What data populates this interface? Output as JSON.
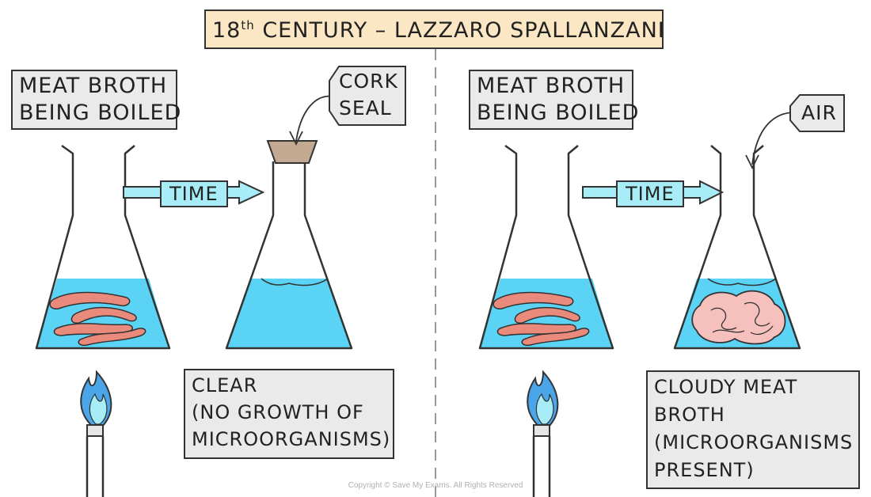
{
  "title": {
    "prefix": "18",
    "superscript": "th",
    "rest": " CENTURY – LAZZARO  SPALLANZANI"
  },
  "left": {
    "boil_label": [
      "MEAT  BROTH",
      "BEING  BOILED"
    ],
    "arrow_label": "TIME",
    "seal_tag": [
      "CORK",
      "SEAL"
    ],
    "result": [
      "CLEAR",
      "(NO  GROWTH  OF",
      "MICROORGANISMS)"
    ]
  },
  "right": {
    "boil_label": [
      "MEAT  BROTH",
      "BEING  BOILED"
    ],
    "arrow_label": "TIME",
    "air_tag": "AIR",
    "result": [
      "CLOUDY  MEAT",
      "BROTH",
      "(MICROORGANISMS",
      "PRESENT)"
    ]
  },
  "copyright": "Copyright © Save My Exams. All Rights Reserved",
  "colors": {
    "broth": "#5ad3f4",
    "meat": "#e98a7c",
    "cloud": "#f6c1bd",
    "cork": "#c4a992",
    "flame": "#4aa6e8",
    "title_bg": "#fbe7c4",
    "label_bg": "#eaeaea",
    "arrow": "#a8ecf7"
  }
}
